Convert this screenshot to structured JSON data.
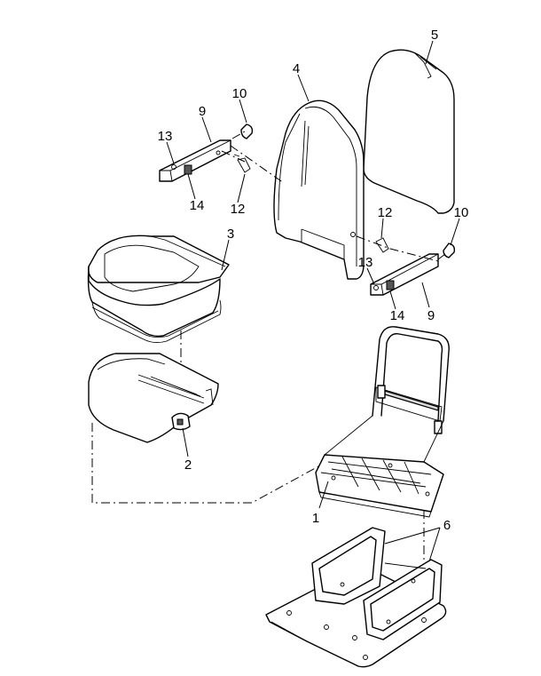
{
  "callouts": {
    "frame": "1",
    "latch": "2",
    "seat_cushion": "3",
    "backrest": "4",
    "back_cover": "5",
    "mount_brackets": "6",
    "armrest_left": "9",
    "armrest_right": "9",
    "cap_left": "10",
    "cap_right": "10",
    "pin_left": "12",
    "pin_right": "12",
    "screw_left": "13",
    "screw_right": "13",
    "knob_left": "14",
    "knob_right": "14"
  }
}
